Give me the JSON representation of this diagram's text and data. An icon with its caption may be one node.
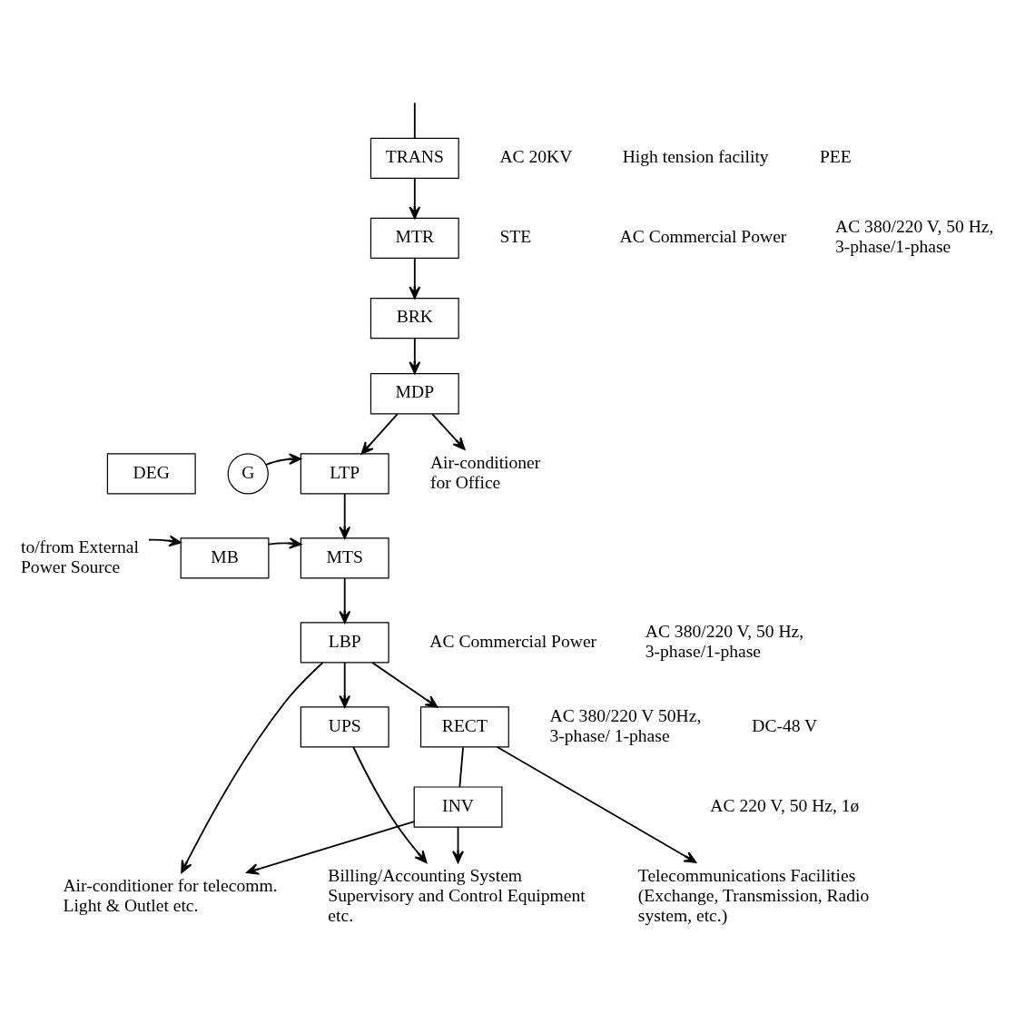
{
  "diagram": {
    "nodes": [
      {
        "text": [
          "TRANS"
        ]
      },
      {
        "text": [
          "MTR"
        ]
      },
      {
        "text": [
          "BRK"
        ]
      },
      {
        "text": [
          "MDP"
        ]
      },
      {
        "text": [
          "DEG"
        ]
      },
      {
        "text": [
          "G"
        ]
      },
      {
        "text": [
          "LTP"
        ]
      },
      {
        "text": [
          "Air-conditioner for Office"
        ]
      },
      {
        "text": [
          "to/from External Power Source"
        ]
      },
      {
        "text": [
          "MB"
        ]
      },
      {
        "text": [
          "MTS"
        ]
      },
      {
        "text": [
          "LBP"
        ]
      },
      {
        "text": [
          "UPS"
        ]
      },
      {
        "text": [
          "RECT"
        ]
      },
      {
        "text": [
          "INV"
        ]
      },
      {
        "text": [
          "Air-conditioner for telecomm. Light & Outlet etc."
        ]
      },
      {
        "text": [
          "Billing/Accounting System Supervisory and Control Equipment etc."
        ]
      },
      {
        "text": [
          "Telecommunications Facilities (Exchange, Transmission, Radio system, etc.)"
        ]
      }
    ],
    "edges": [
      {
        "from": null,
        "to": 0,
        "arrow": "none"
      },
      {
        "from": 0,
        "to": 1,
        "arrow": "to"
      },
      {
        "from": 1,
        "to": 2,
        "arrow": "to"
      },
      {
        "from": 2,
        "to": 3,
        "arrow": "to"
      },
      {
        "from": 3,
        "to": 6,
        "arrow": "to"
      },
      {
        "from": 3,
        "to": 7,
        "arrow": "to"
      },
      {
        "from": 5,
        "to": 6,
        "arrow": "to"
      },
      {
        "from": 6,
        "to": 10,
        "arrow": "to"
      },
      {
        "from": 8,
        "to": 9,
        "arrow": "to"
      },
      {
        "from": 9,
        "to": 10,
        "arrow": "to"
      },
      {
        "from": 10,
        "to": 11,
        "arrow": "to"
      },
      {
        "from": 11,
        "to": 15,
        "arrow": "to"
      },
      {
        "from": 11,
        "to": 12,
        "arrow": "to"
      },
      {
        "from": 11,
        "to": 13,
        "arrow": "to"
      },
      {
        "from": 12,
        "to": 16,
        "arrow": "to"
      },
      {
        "from": 13,
        "to": 17,
        "arrow": "to"
      },
      {
        "from": 13,
        "to": 14,
        "arrow": "none"
      },
      {
        "from": 14,
        "to": 16,
        "arrow": "to"
      },
      {
        "from": 14,
        "to": 15,
        "arrow": "to"
      }
    ],
    "labels": [
      "AC 20KV",
      "High tension facility",
      "PEE",
      "STE",
      "AC Commercial Power",
      "AC 380/220 V, 50 Hz, 3-phase/1-phase",
      "AC Commercial Power",
      "AC 380/220 V, 50 Hz, 3-phase/1-phase",
      "AC 380/220 V 50Hz, 3-phase/ 1-phase",
      "DC-48 V",
      "AC 220 V, 50 Hz, 1ø"
    ]
  }
}
